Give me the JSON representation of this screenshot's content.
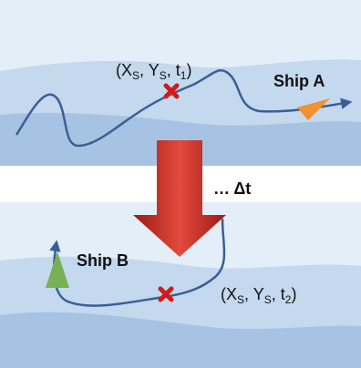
{
  "top_panel": {
    "coord_label": {
      "x_var": "X",
      "y_var": "Y",
      "t_var": "t",
      "pos_sub": "S",
      "time_sub": "1"
    },
    "ship_label": "Ship A"
  },
  "bottom_panel": {
    "coord_label": {
      "x_var": "X",
      "y_var": "Y",
      "t_var": "t",
      "pos_sub": "S",
      "time_sub": "2"
    },
    "ship_label": "Ship B"
  },
  "time_gap_label": "… Δt",
  "colors": {
    "water_light": "#e4eef8",
    "water_mid": "#c4d8ee",
    "water_dark": "#a6c3e3",
    "track": "#3a5f96",
    "crossing_marker": "#d01a1a",
    "ship_a": "#f2922e",
    "ship_b": "#78b054",
    "arrow_light": "#e24a3c",
    "arrow_dark": "#9e1a14"
  },
  "icons": {
    "crossing_marker": "x-mark-icon",
    "ship_a": "orange-triangle-icon",
    "ship_b": "green-triangle-icon",
    "transition": "down-arrow-icon"
  }
}
